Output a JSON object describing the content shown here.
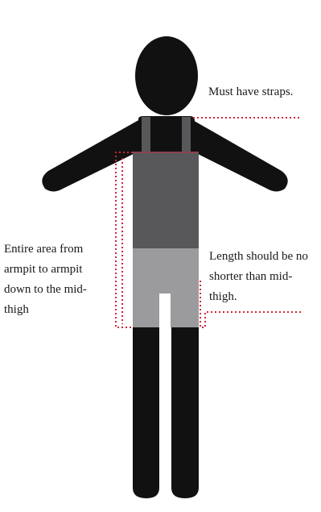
{
  "annotations": {
    "straps": "Must have straps.",
    "area": "Entire area from armpit to armpit down to the mid-thigh",
    "length": "Length should be no shorter than mid-thigh."
  },
  "colors": {
    "figure": "#111111",
    "top_garment": "#58585b",
    "straps": "#58585b",
    "shorts": "#9b9b9e",
    "guide_line": "#d0283a",
    "background": "#ffffff"
  }
}
